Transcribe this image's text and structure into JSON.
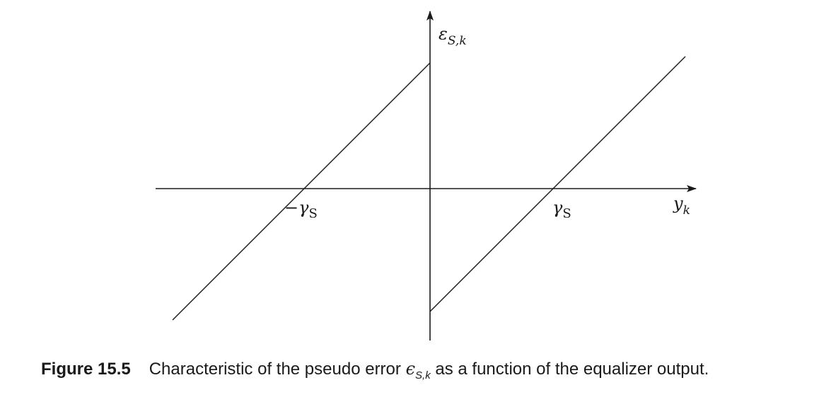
{
  "diagram": {
    "y_axis_label": {
      "main": "ε",
      "sub": "S,k"
    },
    "x_axis_label": {
      "main": "y",
      "sub": "k"
    },
    "x_ticks": [
      {
        "main": "−γ",
        "sub": "S"
      },
      {
        "main": "γ",
        "sub": "S"
      }
    ]
  },
  "caption": {
    "label": "Figure 15.5",
    "text_before": "Characteristic of the pseudo error",
    "symbol": "ϵ",
    "symbol_sub": "S,k",
    "text_after": "as a function of the equalizer output."
  }
}
